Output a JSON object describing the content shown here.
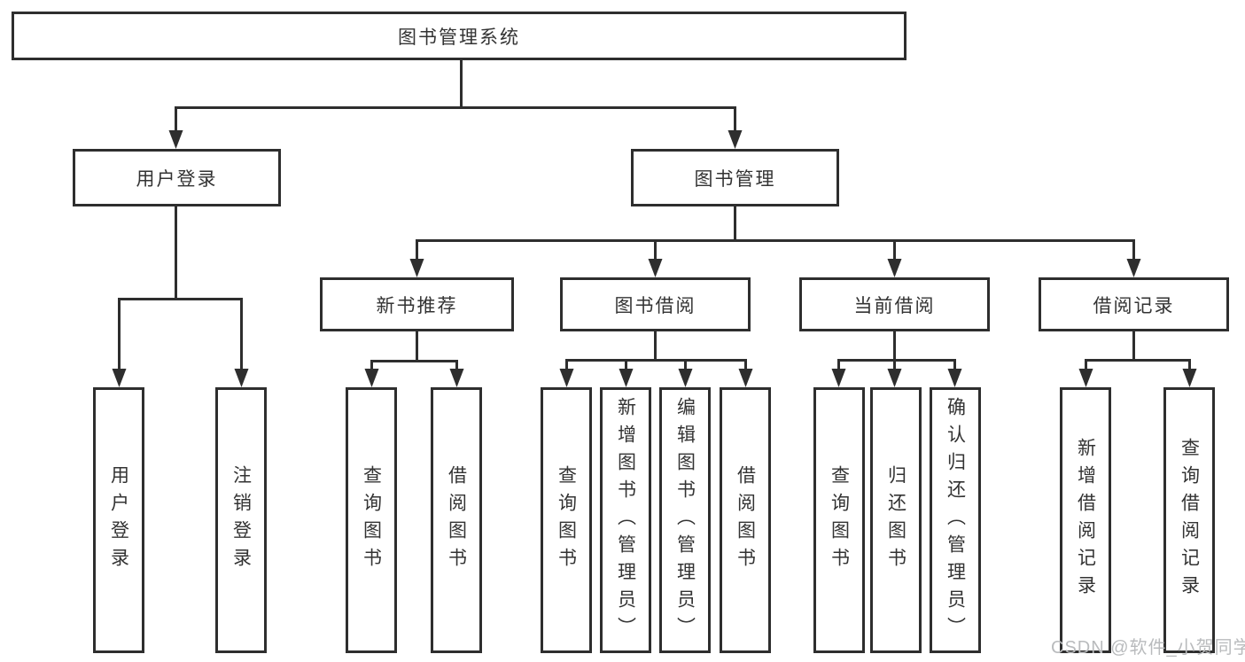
{
  "diagram": {
    "root": {
      "label": "图书管理系统"
    },
    "level2": [
      {
        "label": "用户登录"
      },
      {
        "label": "图书管理"
      }
    ],
    "level3": [
      {
        "label": "新书推荐"
      },
      {
        "label": "图书借阅"
      },
      {
        "label": "当前借阅"
      },
      {
        "label": "借阅记录"
      }
    ],
    "leaves": [
      {
        "label": "用户登录"
      },
      {
        "label": "注销登录"
      },
      {
        "label": "查询图书"
      },
      {
        "label": "借阅图书"
      },
      {
        "label": "查询图书"
      },
      {
        "label": "新增图书（管理员）"
      },
      {
        "label": "编辑图书（管理员）"
      },
      {
        "label": "借阅图书"
      },
      {
        "label": "查询图书"
      },
      {
        "label": "归还图书"
      },
      {
        "label": "确认归还（管理员）"
      },
      {
        "label": "新增借阅记录"
      },
      {
        "label": "查询借阅记录"
      }
    ]
  },
  "watermark": {
    "text": "CSDN @软件_小贺同学"
  },
  "colors": {
    "line": "#2e2e2e",
    "text": "#333333",
    "watermark": "#b9bbbd",
    "background": "#ffffff"
  }
}
